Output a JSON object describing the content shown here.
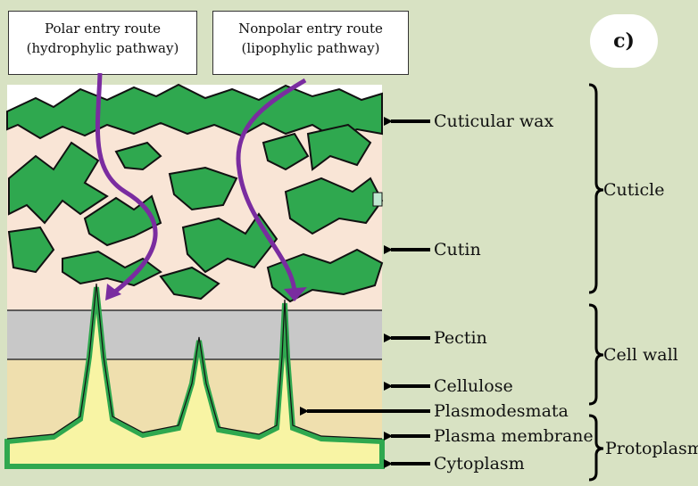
{
  "badge": "c)",
  "routes": {
    "polar": [
      "Polar entry route",
      "(hydrophylic pathway)"
    ],
    "nonpolar": [
      "Nonpolar entry route",
      "(lipophylic pathway)"
    ]
  },
  "layers": {
    "cuticular_wax": "Cuticular wax",
    "cutin": "Cutin",
    "pectin": "Pectin",
    "cellulose": "Cellulose",
    "plasmodesmata": "Plasmodesmata",
    "plasma_membrane": "Plasma membrane",
    "cytoplasm": "Cytoplasm"
  },
  "groups": {
    "cuticle": "Cuticle",
    "cell_wall": "Cell wall",
    "protoplasm": "Protoplasm"
  },
  "colors": {
    "background": "#d8e2c3",
    "wax": "#2fa84f",
    "cutin": "#f9e5d6",
    "pectin": "#c8c8c8",
    "cellulose": "#efdfae",
    "cytoplasm": "#f8f4a4",
    "arrow": "#7a2ca0"
  }
}
